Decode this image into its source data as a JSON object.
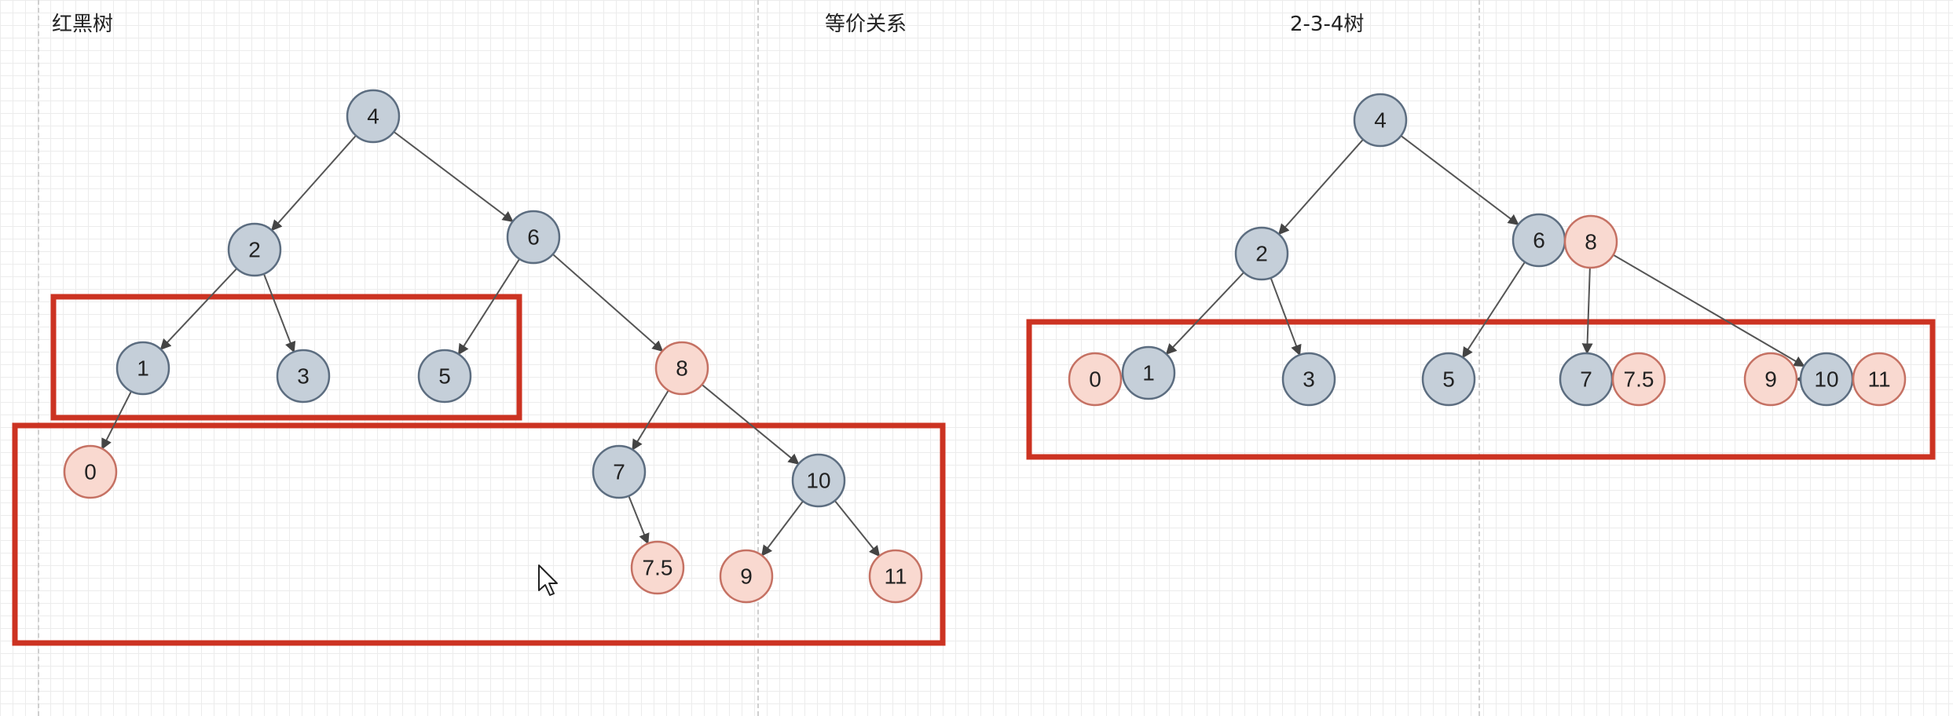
{
  "titles": {
    "left": "红黑树",
    "middle": "等价关系",
    "right": "2-3-4树"
  },
  "colors": {
    "black_node_fill": "#c5cfd9",
    "black_node_stroke": "#5c6d80",
    "red_node_fill": "#f9d9d0",
    "red_node_stroke": "#c57163",
    "highlight_box": "#cc3322"
  },
  "red_black_tree": {
    "nodes": [
      {
        "id": "n4",
        "label": "4",
        "color": "black"
      },
      {
        "id": "n2",
        "label": "2",
        "color": "black"
      },
      {
        "id": "n6",
        "label": "6",
        "color": "black"
      },
      {
        "id": "n1",
        "label": "1",
        "color": "black"
      },
      {
        "id": "n3",
        "label": "3",
        "color": "black"
      },
      {
        "id": "n5",
        "label": "5",
        "color": "black"
      },
      {
        "id": "n8",
        "label": "8",
        "color": "red"
      },
      {
        "id": "n0",
        "label": "0",
        "color": "red"
      },
      {
        "id": "n7",
        "label": "7",
        "color": "black"
      },
      {
        "id": "n10",
        "label": "10",
        "color": "black"
      },
      {
        "id": "n75",
        "label": "7.5",
        "color": "red"
      },
      {
        "id": "n9",
        "label": "9",
        "color": "red"
      },
      {
        "id": "n11",
        "label": "11",
        "color": "red"
      }
    ],
    "edges": [
      [
        "n4",
        "n2"
      ],
      [
        "n4",
        "n6"
      ],
      [
        "n2",
        "n1"
      ],
      [
        "n2",
        "n3"
      ],
      [
        "n6",
        "n5"
      ],
      [
        "n6",
        "n8"
      ],
      [
        "n1",
        "n0"
      ],
      [
        "n8",
        "n7"
      ],
      [
        "n8",
        "n10"
      ],
      [
        "n7",
        "n75"
      ],
      [
        "n10",
        "n9"
      ],
      [
        "n10",
        "n11"
      ]
    ]
  },
  "tree_234": {
    "nodes": [
      {
        "id": "m4",
        "label": "4",
        "color": "black"
      },
      {
        "id": "m2",
        "label": "2",
        "color": "black"
      },
      {
        "id": "m6",
        "label": "6",
        "color": "black"
      },
      {
        "id": "m8",
        "label": "8",
        "color": "red"
      },
      {
        "id": "m0",
        "label": "0",
        "color": "red"
      },
      {
        "id": "m1",
        "label": "1",
        "color": "black"
      },
      {
        "id": "m3",
        "label": "3",
        "color": "black"
      },
      {
        "id": "m5",
        "label": "5",
        "color": "black"
      },
      {
        "id": "m7",
        "label": "7",
        "color": "black"
      },
      {
        "id": "m75",
        "label": "7.5",
        "color": "red"
      },
      {
        "id": "m9",
        "label": "9",
        "color": "red"
      },
      {
        "id": "m10",
        "label": "10",
        "color": "black"
      },
      {
        "id": "m11",
        "label": "11",
        "color": "red"
      }
    ],
    "edges": [
      [
        "m4",
        "m2"
      ],
      [
        "m4",
        "m6"
      ],
      [
        "m6",
        "m8"
      ],
      [
        "m2",
        "m1"
      ],
      [
        "m2",
        "m3"
      ],
      [
        "m1",
        "m0"
      ],
      [
        "m6",
        "m5"
      ],
      [
        "m8",
        "m7"
      ],
      [
        "m7",
        "m75"
      ],
      [
        "m8",
        "m10"
      ],
      [
        "m10",
        "m9"
      ],
      [
        "m10",
        "m11"
      ]
    ]
  }
}
